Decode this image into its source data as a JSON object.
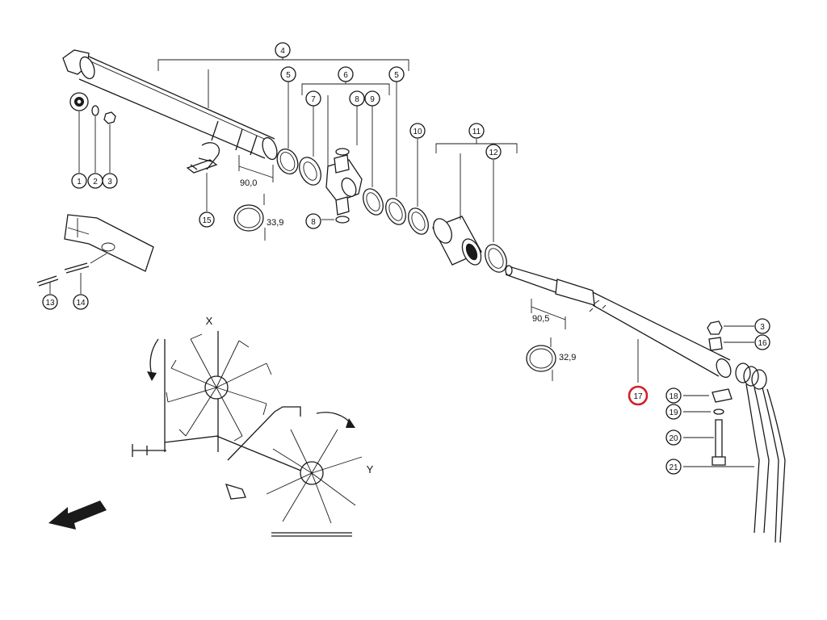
{
  "callouts": [
    {
      "id": "c1",
      "label": "1",
      "highlighted": false
    },
    {
      "id": "c2",
      "label": "2",
      "highlighted": false
    },
    {
      "id": "c3a",
      "label": "3",
      "highlighted": false
    },
    {
      "id": "c4",
      "label": "4",
      "highlighted": false
    },
    {
      "id": "c5a",
      "label": "5",
      "highlighted": false
    },
    {
      "id": "c5b",
      "label": "5",
      "highlighted": false
    },
    {
      "id": "c6",
      "label": "6",
      "highlighted": false
    },
    {
      "id": "c7",
      "label": "7",
      "highlighted": false
    },
    {
      "id": "c8a",
      "label": "8",
      "highlighted": false
    },
    {
      "id": "c8b",
      "label": "8",
      "highlighted": false
    },
    {
      "id": "c9",
      "label": "9",
      "highlighted": false
    },
    {
      "id": "c10",
      "label": "10",
      "highlighted": false
    },
    {
      "id": "c11",
      "label": "11",
      "highlighted": false
    },
    {
      "id": "c12",
      "label": "12",
      "highlighted": false
    },
    {
      "id": "c13",
      "label": "13",
      "highlighted": false
    },
    {
      "id": "c14",
      "label": "14",
      "highlighted": false
    },
    {
      "id": "c15",
      "label": "15",
      "highlighted": false
    },
    {
      "id": "c3b",
      "label": "3",
      "highlighted": false
    },
    {
      "id": "c16",
      "label": "16",
      "highlighted": false
    },
    {
      "id": "c17",
      "label": "17",
      "highlighted": true
    },
    {
      "id": "c18",
      "label": "18",
      "highlighted": false
    },
    {
      "id": "c19",
      "label": "19",
      "highlighted": false
    },
    {
      "id": "c20",
      "label": "20",
      "highlighted": false
    },
    {
      "id": "c21",
      "label": "21",
      "highlighted": false
    }
  ],
  "dimensions": [
    {
      "id": "d1",
      "text": "90,0"
    },
    {
      "id": "d2",
      "text": "33,9"
    },
    {
      "id": "d3",
      "text": "90,5"
    },
    {
      "id": "d4",
      "text": "32,9"
    }
  ],
  "view_labels": {
    "x": "X",
    "y": "Y"
  },
  "colors": {
    "line": "#1a1a1a",
    "highlight": "#d0202a",
    "background": "#ffffff"
  }
}
